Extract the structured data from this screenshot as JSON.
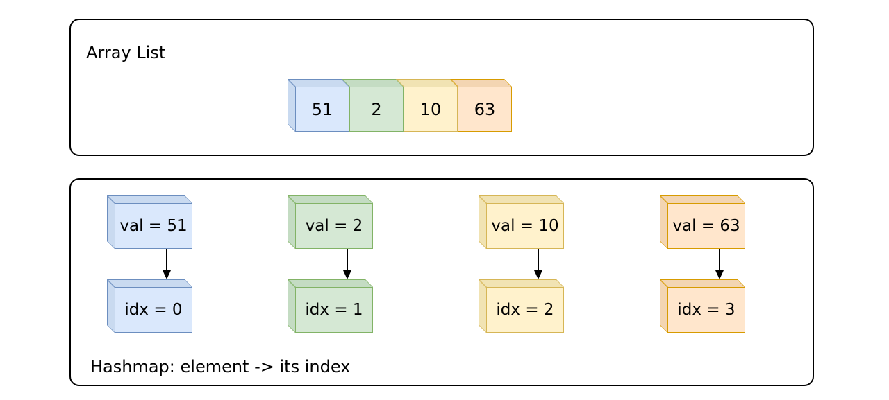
{
  "panels": {
    "array_list": {
      "title": "Array List",
      "cells": [
        {
          "value": "51",
          "color": "blue"
        },
        {
          "value": "2",
          "color": "green"
        },
        {
          "value": "10",
          "color": "yellow"
        },
        {
          "value": "63",
          "color": "orange"
        }
      ]
    },
    "hashmap": {
      "caption": "Hashmap: element -> its index",
      "entries": [
        {
          "val_label": "val = 51",
          "idx_label": "idx = 0",
          "color": "blue"
        },
        {
          "val_label": "val = 2",
          "idx_label": "idx = 1",
          "color": "green"
        },
        {
          "val_label": "val = 10",
          "idx_label": "idx = 2",
          "color": "yellow"
        },
        {
          "val_label": "val = 63",
          "idx_label": "idx = 3",
          "color": "orange"
        }
      ]
    }
  },
  "palette": {
    "blue": {
      "fill": "#dae8fc",
      "shade": "#c9daf0",
      "stroke": "#6c8ebf"
    },
    "green": {
      "fill": "#d5e8d4",
      "shade": "#c4dcc3",
      "stroke": "#82b366"
    },
    "yellow": {
      "fill": "#fff2cc",
      "shade": "#f1e3b3",
      "stroke": "#d6b656"
    },
    "orange": {
      "fill": "#ffe6cc",
      "shade": "#f3d5b2",
      "stroke": "#d79b00"
    }
  }
}
